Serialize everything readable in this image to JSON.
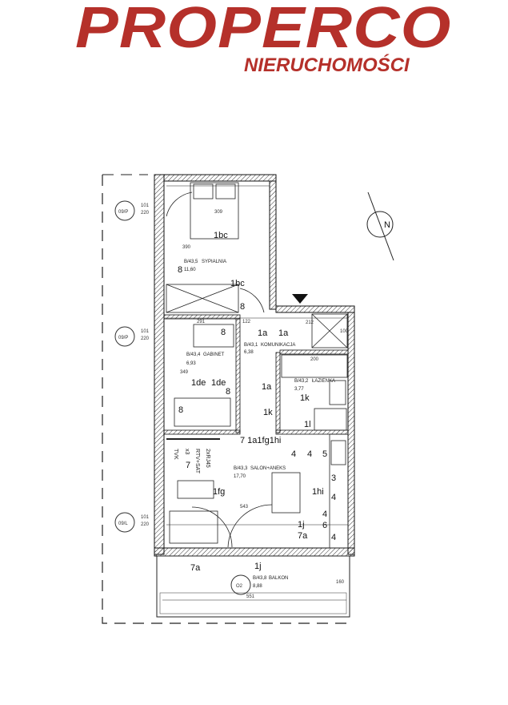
{
  "logo": {
    "brand": "PROPERCO",
    "subtitle": "NIERUCHOMOŚCI",
    "color": "#b5302a"
  },
  "rooms": [
    {
      "code": "B/43,5",
      "name": "SYPIALNIA",
      "area": "11,60"
    },
    {
      "code": "B/43,4",
      "name": "GABINET",
      "area": "6,93"
    },
    {
      "code": "B/43,1",
      "name": "KOMUNIKACJA",
      "area": "6,38"
    },
    {
      "code": "B/43,2",
      "name": "ŁAZIENKA",
      "area": "3,77"
    },
    {
      "code": "B/43,3",
      "name": "SALON+ANEKS",
      "area": "17,70"
    },
    {
      "code": "B/43,8",
      "name": "BALKON",
      "area": "8,88"
    }
  ],
  "dimensions": {
    "d309": "309",
    "d390": "390",
    "d291": "291",
    "d122": "122",
    "d212": "212",
    "d200": "200",
    "d349": "349",
    "d543": "543",
    "d551": "551",
    "d160": "160",
    "d100": "100"
  },
  "windows": {
    "w1": "09/P",
    "w2": "09/P",
    "w3": "09/L",
    "w4": "O2",
    "sill": "101",
    "height": "220"
  },
  "symbols": {
    "s1bc": "1bc",
    "s1de": "1de",
    "s1a": "1a",
    "s1k": "1k",
    "s1l": "1l",
    "s1fg": "1fg",
    "s1hi": "1hi",
    "s1j": "1j",
    "s7a": "7a",
    "s8": "8",
    "s7": "7",
    "s4": "4",
    "s3": "3",
    "s5": "5",
    "s6": "6",
    "group": "7 1a1fg1hi"
  },
  "media": {
    "tvk": "TVK",
    "rtv": "RTV+SAT",
    "rj": "2xRJ45",
    "x3": "x3"
  },
  "compass": "N"
}
